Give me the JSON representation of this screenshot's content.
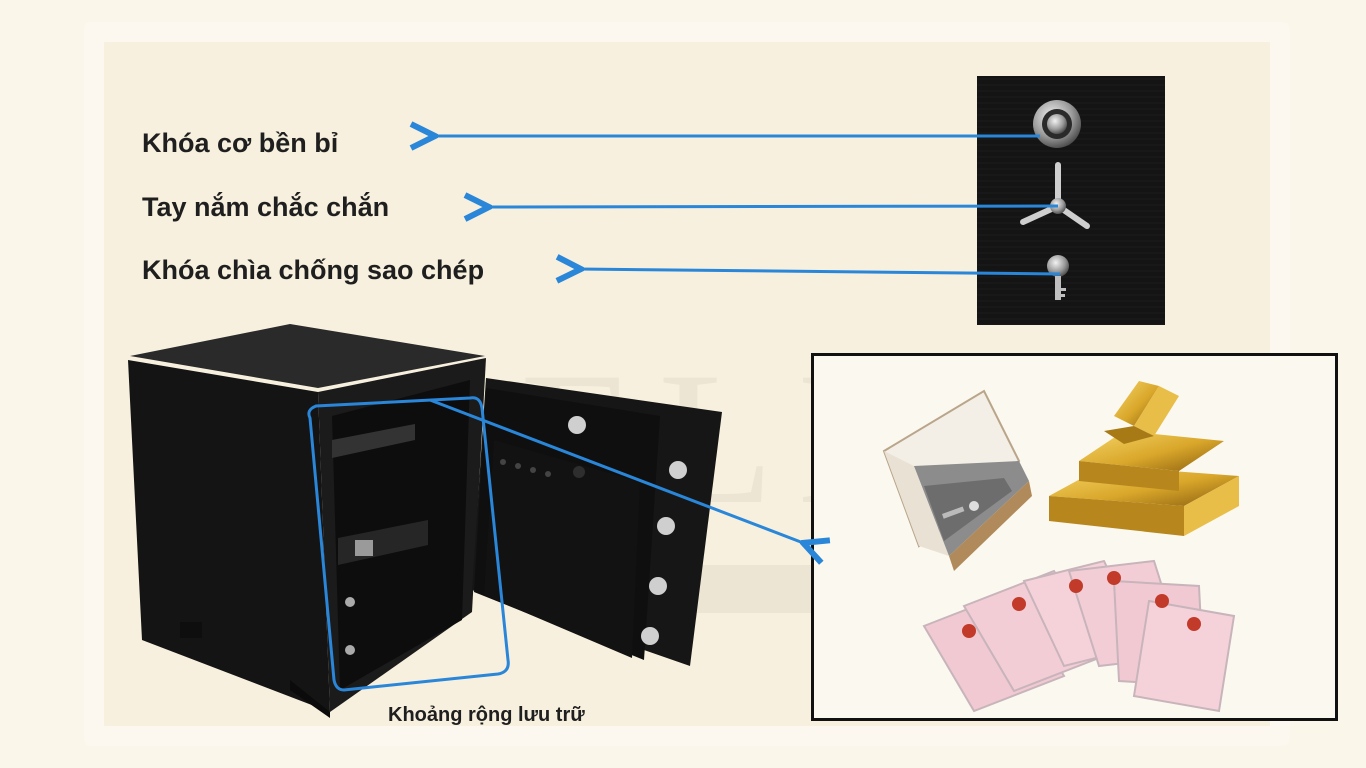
{
  "features": [
    {
      "label": "Khóa cơ bền bỉ"
    },
    {
      "label": "Tay nắm chắc chắn"
    },
    {
      "label": "Khóa chìa chống sao chép"
    }
  ],
  "storage_caption": "Khoảng rộng lưu trữ",
  "watermark": "ELINE",
  "colors": {
    "background": "#fbf6ea",
    "arrow": "#2a86d8",
    "safe_body": "#141414",
    "gold": "#d9a72a",
    "frame_border": "#111111"
  },
  "icons": [
    "dial-lock-icon",
    "handle-icon",
    "key-lock-icon",
    "book-safe-icon",
    "gold-bars-icon",
    "documents-icon"
  ]
}
